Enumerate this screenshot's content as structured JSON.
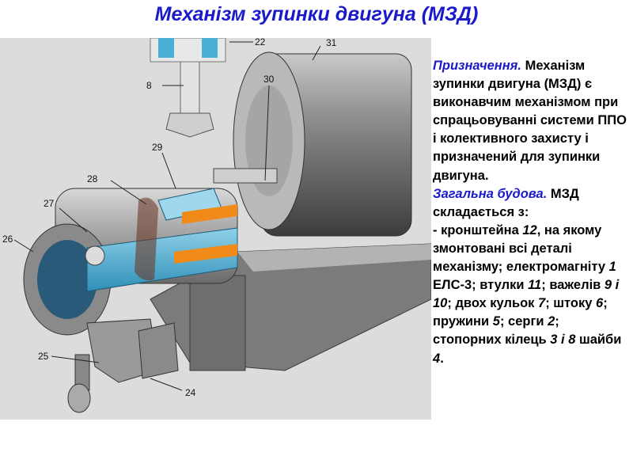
{
  "title": "Механізм зупинки двигуна (МЗД)",
  "purpose": {
    "label": "Призначення.",
    "text": "Механізм зупинки двигуна (МЗД) є виконавчим механізмом при спрацьовуванні системи ППО і колективного захисту і призначений для зупинки двигуна."
  },
  "structure": {
    "label": "Загальна будова.",
    "intro": "МЗД складається з:",
    "item_prefix": "- кронштейна ",
    "item_num": "12",
    "item_rest": ", на якому змонтовані всі деталі механізму; електромагніту ",
    "elm_num": "1",
    "elm_name": " ЕЛС-3",
    "t1": "; втулки ",
    "n11": "11",
    "t2": "; важелів ",
    "n9_10": "9 і 10",
    "t3": "; двох кульок ",
    "n7": "7",
    "t4": "; штоку ",
    "n6": "6",
    "t5": "; пружини ",
    "n5": "5",
    "t6": "; серги ",
    "n2": "2",
    "t7": "; стопорних кілець ",
    "n3_8": "3 і 8",
    "t8": " шайби ",
    "n4": "4",
    "t9": "."
  },
  "callouts": [
    "22",
    "31",
    "8",
    "30",
    "29",
    "28",
    "27",
    "26",
    "25",
    "24"
  ],
  "colors": {
    "title": "#1a1ac8",
    "label": "#1a1ac8",
    "text": "#000000"
  }
}
